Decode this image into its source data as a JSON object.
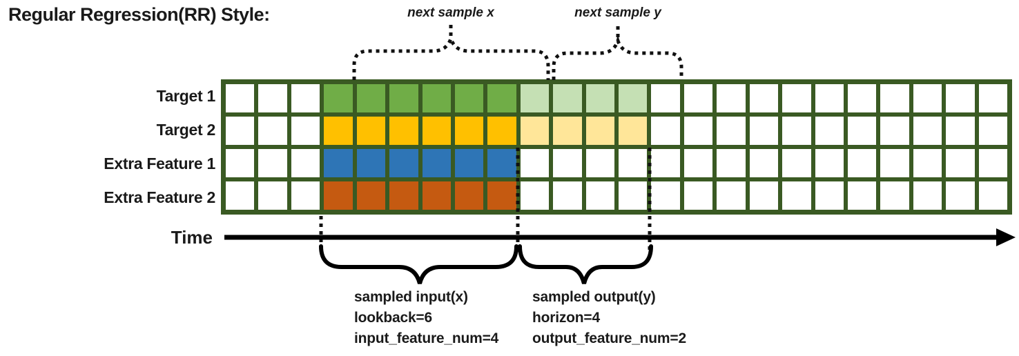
{
  "title": "Regular Regression(RR) Style:",
  "colors": {
    "grid_border": "#3A5A23",
    "green": "#70AD47",
    "green_light": "#C5E0B4",
    "gold": "#FFC000",
    "gold_light": "#FFE699",
    "blue": "#2E75B6",
    "rust": "#C55A11",
    "white": "#FFFFFF",
    "ink": "#111111"
  },
  "grid": {
    "columns": 24,
    "rows": [
      {
        "label": "Target 1",
        "segments": [
          {
            "count": 3,
            "color": "white"
          },
          {
            "count": 6,
            "color": "green"
          },
          {
            "count": 4,
            "color": "green_light"
          },
          {
            "count": 11,
            "color": "white"
          }
        ]
      },
      {
        "label": "Target 2",
        "segments": [
          {
            "count": 3,
            "color": "white"
          },
          {
            "count": 6,
            "color": "gold"
          },
          {
            "count": 4,
            "color": "gold_light"
          },
          {
            "count": 11,
            "color": "white"
          }
        ]
      },
      {
        "label": "Extra Feature 1",
        "segments": [
          {
            "count": 3,
            "color": "white"
          },
          {
            "count": 6,
            "color": "blue"
          },
          {
            "count": 15,
            "color": "white"
          }
        ]
      },
      {
        "label": "Extra Feature 2",
        "segments": [
          {
            "count": 3,
            "color": "white"
          },
          {
            "count": 6,
            "color": "rust"
          },
          {
            "count": 15,
            "color": "white"
          }
        ]
      }
    ]
  },
  "axis": {
    "label": "Time"
  },
  "annotations": {
    "next_sample_x": "next sample x",
    "next_sample_y": "next sample y",
    "input": {
      "line1": "sampled input(x)",
      "line2": "lookback=6",
      "line3": "input_feature_num=4"
    },
    "output": {
      "line1": "sampled output(y)",
      "line2": "horizon=4",
      "line3": "output_feature_num=2"
    }
  }
}
